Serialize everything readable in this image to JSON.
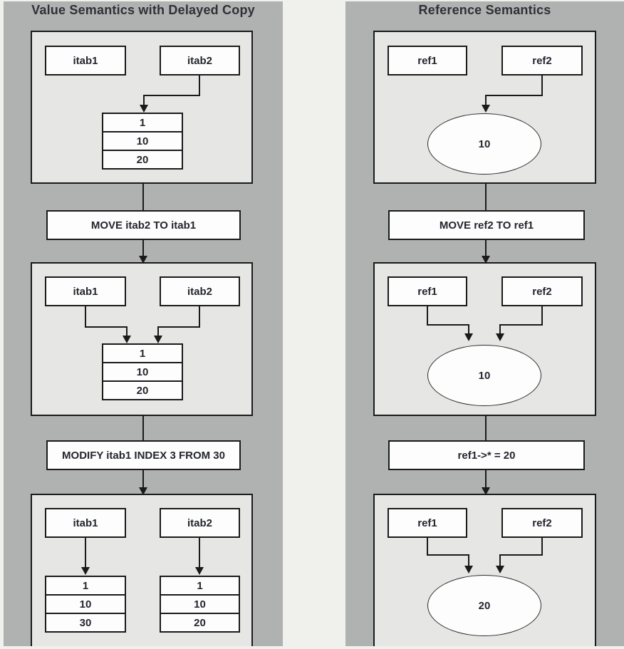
{
  "colors": {
    "page": "#f0f0ed",
    "panel": "#b0b2b1",
    "stage": "#e6e7e5",
    "line": "#1a1a1a",
    "boxfill": "#fdfdfd",
    "text": "#24262e",
    "title": "#303036"
  },
  "left": {
    "title": "Value Semantics with Delayed Copy",
    "command1": "MOVE itab2 TO itab1",
    "command2": "MODIFY itab1 INDEX 3 FROM 30",
    "stage1": {
      "vars": [
        "itab1",
        "itab2"
      ],
      "table": [
        "1",
        "10",
        "20"
      ]
    },
    "stage2": {
      "vars": [
        "itab1",
        "itab2"
      ],
      "table": [
        "1",
        "10",
        "20"
      ]
    },
    "stage3": {
      "vars": [
        "itab1",
        "itab2"
      ],
      "table1": [
        "1",
        "10",
        "30"
      ],
      "table2": [
        "1",
        "10",
        "20"
      ]
    }
  },
  "right": {
    "title": "Reference Semantics",
    "command1": "MOVE ref2 TO ref1",
    "command2": "ref1->* = 20",
    "stage1": {
      "vars": [
        "ref1",
        "ref2"
      ],
      "value": "10"
    },
    "stage2": {
      "vars": [
        "ref1",
        "ref2"
      ],
      "value": "10"
    },
    "stage3": {
      "vars": [
        "ref1",
        "ref2"
      ],
      "value": "20"
    }
  }
}
